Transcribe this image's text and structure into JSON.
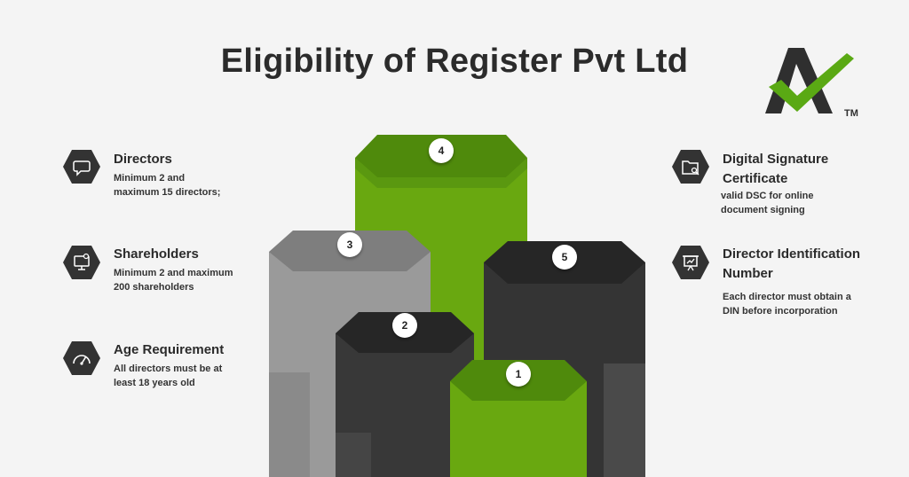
{
  "title": "Eligibility of Register Pvt Ltd",
  "logo": {
    "trademark": "TM",
    "colors": {
      "dark": "#2f2f2f",
      "green": "#5aa914"
    }
  },
  "left_items": [
    {
      "title": "Directors",
      "desc": [
        "Minimum 2 and",
        "maximum 15 directors;"
      ],
      "icon": "chat-bubble-icon"
    },
    {
      "title": "Shareholders",
      "desc": [
        "Minimum 2 and maximum",
        "200 shareholders"
      ],
      "icon": "monitor-user-icon"
    },
    {
      "title": "Age Requirement",
      "desc": [
        "All directors must be at",
        "least 18 years old"
      ],
      "icon": "speedometer-icon"
    }
  ],
  "right_items": [
    {
      "title": [
        "Digital Signature",
        "Certificate"
      ],
      "desc": [
        "valid DSC for online",
        "document signing"
      ],
      "icon": "folder-search-icon"
    },
    {
      "title": [
        "Director Identification",
        "Number"
      ],
      "desc": [
        "Each director must obtain a",
        "DIN before incorporation"
      ],
      "icon": "presentation-icon"
    }
  ],
  "pillars": [
    {
      "number": "1",
      "color": "green"
    },
    {
      "number": "2",
      "color": "dark"
    },
    {
      "number": "3",
      "color": "gray"
    },
    {
      "number": "4",
      "color": "green"
    },
    {
      "number": "5",
      "color": "dark"
    }
  ],
  "colors": {
    "green": "#67a80f",
    "dark": "#333333",
    "gray": "#999999",
    "icon_bg": "#333333"
  }
}
